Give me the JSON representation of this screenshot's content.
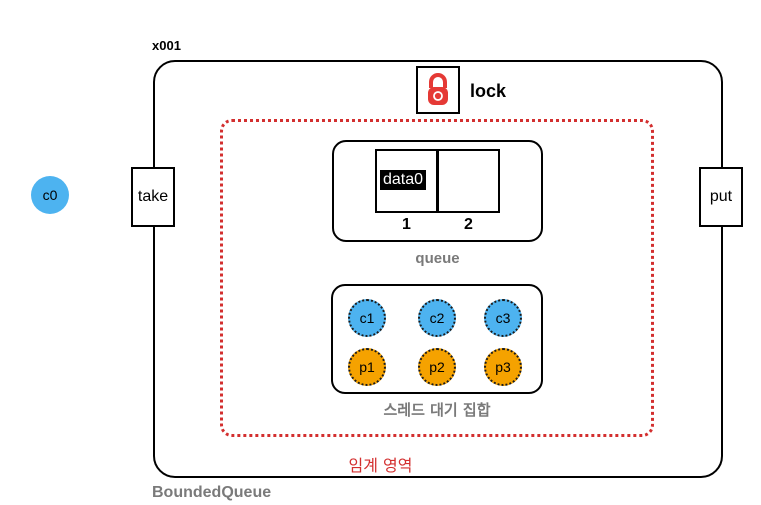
{
  "object_id": "x001",
  "class_name": "BoundedQueue",
  "lock": {
    "label": "lock",
    "icon": "padlock-icon",
    "icon_color": "#e53935"
  },
  "methods": {
    "take": "take",
    "put": "put"
  },
  "outside_thread": "c0",
  "critical_section_label": "임계 영역",
  "queue": {
    "label": "queue",
    "slots": [
      {
        "index": "1",
        "value": "data0"
      },
      {
        "index": "2",
        "value": ""
      }
    ]
  },
  "wait_set": {
    "label": "스레드 대기 집합",
    "consumers": [
      "c1",
      "c2",
      "c3"
    ],
    "producers": [
      "p1",
      "p2",
      "p3"
    ]
  },
  "colors": {
    "consumer": "#4db3f0",
    "producer": "#f5a200",
    "critical_section": "#d32f2f",
    "muted_label": "#7a7a7a"
  }
}
